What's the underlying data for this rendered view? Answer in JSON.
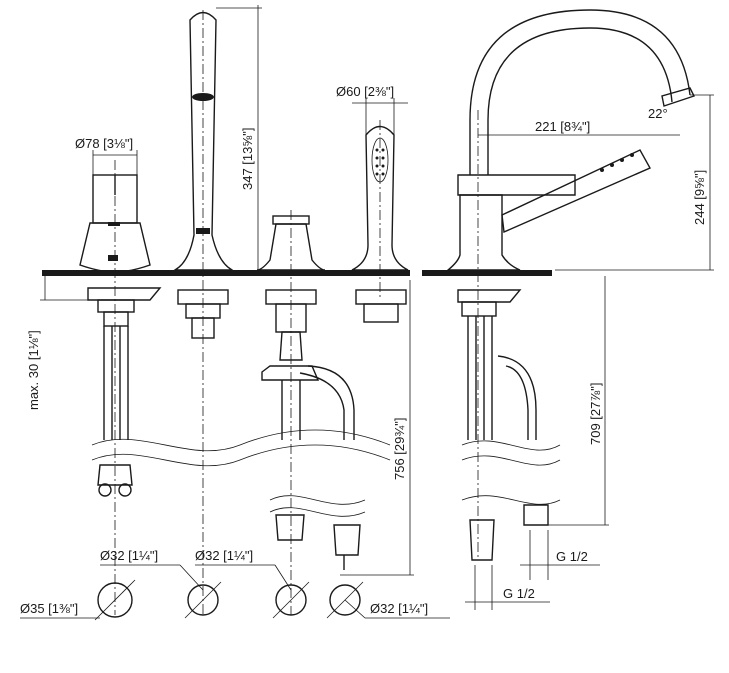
{
  "dimensions": {
    "d78": "Ø78 [3⅛\"]",
    "h347": "347 [13⅝\"]",
    "d60": "Ø60 [2⅜\"]",
    "r221": "221 [8¾\"]",
    "a22": "22°",
    "h244": "244 [9⅝\"]",
    "max30": "max. 30 [1⅛\"]",
    "h756": "756 [29¾\"]",
    "h709": "709 [27⅞\"]",
    "g12_upper": "G 1/2",
    "g12_lower": "G 1/2",
    "d32_a": "Ø32 [1¼\"]",
    "d32_b": "Ø32 [1¼\"]",
    "d35": "Ø35 [1⅜\"]",
    "d32_c": "Ø32 [1¼\"]"
  }
}
